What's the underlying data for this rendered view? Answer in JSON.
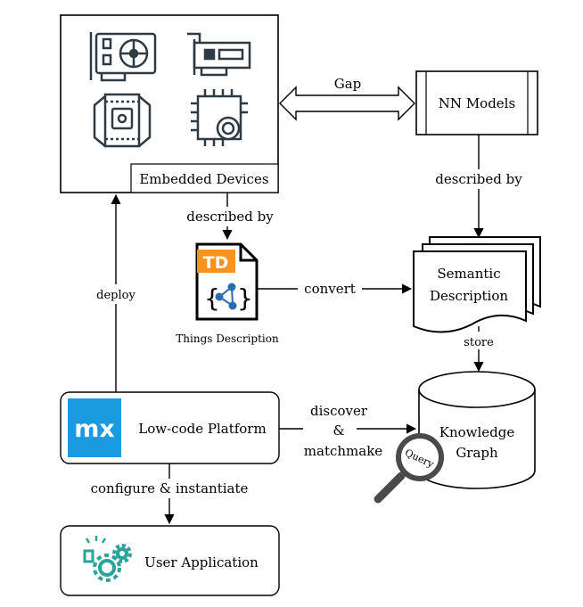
{
  "nodes": {
    "embedded_devices": "Embedded Devices",
    "nn_models": "NN Models",
    "things_description": "Things Description",
    "td_badge": "TD",
    "semantic_description_line1": "Semantic",
    "semantic_description_line2": "Description",
    "knowledge_graph_line1": "Knowledge",
    "knowledge_graph_line2": "Graph",
    "query": "Query",
    "low_code_platform": "Low-code Platform",
    "mx_logo": "mx",
    "user_application": "User Application"
  },
  "edges": {
    "gap": "Gap",
    "described_by_left": "described by",
    "described_by_right": "described by",
    "convert": "convert",
    "store": "store",
    "deploy": "deploy",
    "discover": "discover",
    "amp": "&",
    "matchmake": "matchmake",
    "configure": "configure & instantiate"
  },
  "colors": {
    "mx_blue": "#1a9be0",
    "td_orange": "#f7931e",
    "icon_dark": "#2e3a44",
    "gear_teal": "#2aa39a",
    "graph_blue": "#2b6cb0"
  }
}
